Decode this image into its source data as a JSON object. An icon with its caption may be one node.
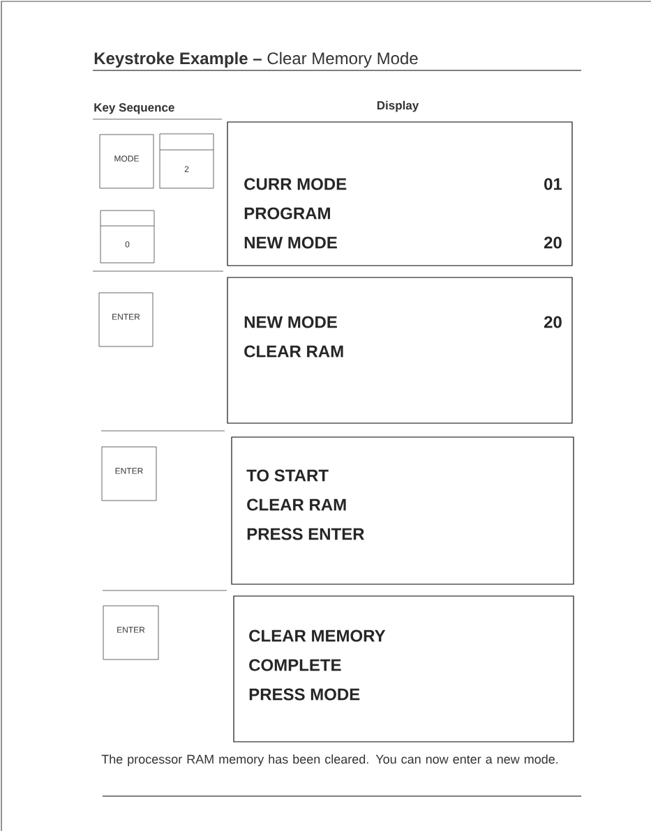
{
  "diagram": {
    "title": "**Keystroke Example –** Clear Memory Mode",
    "caption": "The processor RAM memory has been cleared.  You can now enter a new mode.",
    "labels": [
      "Key Sequence",
      "Display"
    ],
    "nodes": [
      {
        "text": [
          "MODE"
        ]
      },
      {
        "text": [
          "2"
        ]
      },
      {
        "text": [
          "0"
        ]
      },
      {
        "text": [
          "CURR MODE",
          "01",
          "PROGRAM",
          "NEW MODE",
          "20"
        ]
      },
      {
        "text": [
          "ENTER"
        ]
      },
      {
        "text": [
          "NEW MODE",
          "20",
          "CLEAR  RAM"
        ]
      },
      {
        "text": [
          "ENTER"
        ]
      },
      {
        "text": [
          "TO  START",
          "CLEAR  RAM",
          "PRESS  ENTER"
        ]
      },
      {
        "text": [
          "ENTER"
        ]
      },
      {
        "text": [
          "CLEAR  MEMORY",
          "COMPLETE",
          "PRESS  MODE"
        ]
      }
    ]
  }
}
